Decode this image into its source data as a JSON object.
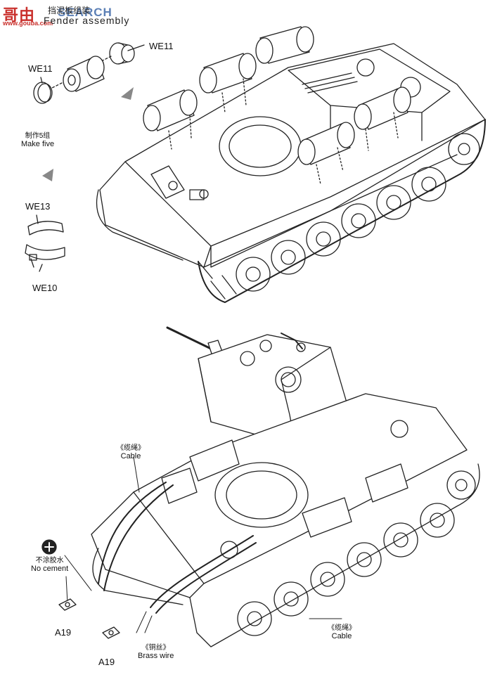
{
  "watermark": {
    "brand": "哥由",
    "search": "SEARCH",
    "url": "www.gouba.com"
  },
  "header": {
    "title_cn": "挡泥板组装",
    "title_en": "Fender assembly"
  },
  "labels": {
    "we11_top": "WE11",
    "we11_left": "WE11",
    "make_five_cn": "制作5组",
    "make_five_en": "Make five",
    "we13": "WE13",
    "we10": "WE10",
    "cable_cn": "《缆绳》",
    "cable_en": "Cable",
    "no_cement_cn": "不涂胶水",
    "no_cement_en": "No cement",
    "a19_1": "A19",
    "a19_2": "A19",
    "brass_wire_cn": "《铜丝》",
    "brass_wire_en": "Brass wire",
    "cable2_cn": "《缆绳》",
    "cable2_en": "Cable"
  },
  "colors": {
    "ink": "#222222",
    "paper": "#ffffff",
    "brand_red": "#c9302c",
    "brand_blue": "#5b7fb5"
  }
}
